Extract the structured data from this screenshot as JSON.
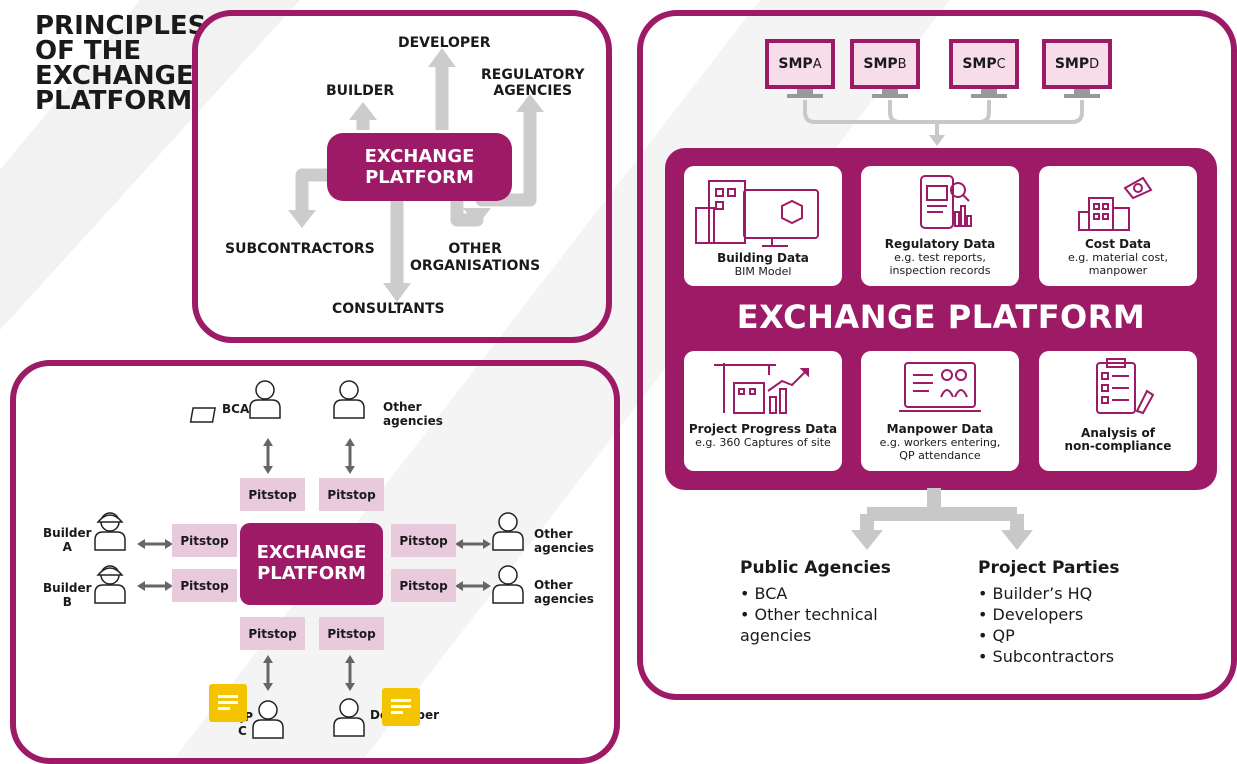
{
  "title": [
    "PRINCIPLES",
    "OF THE",
    "EXCHANGE",
    "PLATFORM"
  ],
  "top_panel": {
    "center": [
      "EXCHANGE",
      "PLATFORM"
    ],
    "developer": "DEVELOPER",
    "builder": "BUILDER",
    "regulatory": [
      "REGULATORY",
      "AGENCIES"
    ],
    "subcontractors": "SUBCONTRACTORS",
    "other_org": [
      "OTHER",
      "ORGANISATIONS"
    ],
    "consultants": "CONSULTANTS"
  },
  "bottom_panel": {
    "center": [
      "EXCHANGE",
      "PLATFORM"
    ],
    "pitstop": "Pitstop",
    "bca": "BCA",
    "other_agencies_top": [
      "Other",
      "agencies"
    ],
    "builder_a": [
      "Builder",
      "A"
    ],
    "builder_b": [
      "Builder",
      "B"
    ],
    "other_agencies_r1": [
      "Other",
      "agencies"
    ],
    "other_agencies_r2": [
      "Other",
      "agencies"
    ],
    "qp_partial": "QP",
    "qp_c": "C",
    "developer_partial": "Developer"
  },
  "right_panel": {
    "smp": [
      {
        "base": "SMP",
        "sub": "A"
      },
      {
        "base": "SMP",
        "sub": "B"
      },
      {
        "base": "SMP",
        "sub": "C"
      },
      {
        "base": "SMP",
        "sub": "D"
      }
    ],
    "heading": "EXCHANGE PLATFORM",
    "cards": [
      {
        "title": "Building Data",
        "lines": [
          "BIM Model"
        ]
      },
      {
        "title": "Regulatory Data",
        "lines": [
          "e.g. test reports,",
          "inspection records"
        ]
      },
      {
        "title": "Cost Data",
        "lines": [
          "e.g. material cost,",
          "manpower"
        ]
      },
      {
        "title": "Project Progress Data",
        "lines": [
          "e.g. 360 Captures of site"
        ]
      },
      {
        "title": "Manpower Data",
        "lines": [
          "e.g. workers entering,",
          "QP attendance"
        ]
      },
      {
        "title": "Analysis of",
        "lines": [
          "non-compliance"
        ]
      }
    ],
    "public_agencies": {
      "heading": "Public Agencies",
      "items": [
        "BCA",
        "Other technical",
        "agencies"
      ]
    },
    "project_parties": {
      "heading": "Project Parties",
      "items": [
        "Builder’s HQ",
        "Developers",
        "QP",
        "Subcontractors"
      ]
    }
  },
  "colors": {
    "maroon": "#9c1a66",
    "pitstop": "#e9c9dc",
    "grey": "#c8c8c8",
    "note": "#f5c400"
  }
}
